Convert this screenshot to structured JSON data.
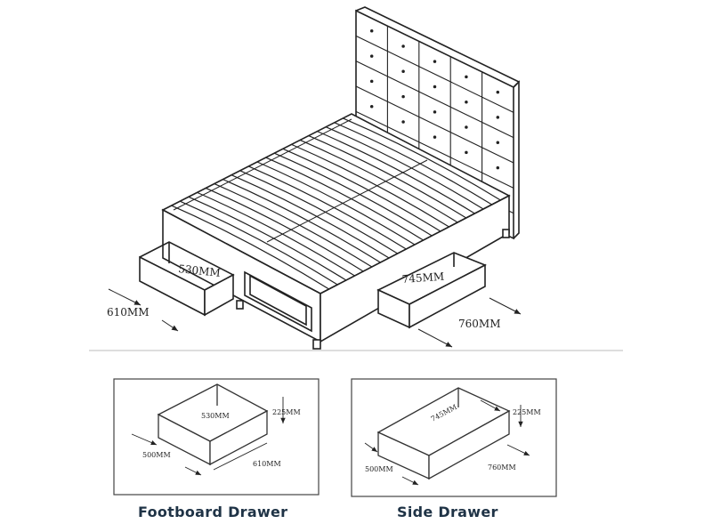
{
  "bed": {
    "dims": {
      "footboard_drawer_inner": "530MM",
      "footboard_drawer_depth": "610MM",
      "side_drawer_inner": "745MM",
      "side_drawer_depth": "760MM"
    }
  },
  "footboard_drawer": {
    "caption": "Footboard Drawer",
    "dims": {
      "width_inner": "530MM",
      "height": "225MM",
      "width_outer": "500MM",
      "depth": "610MM"
    }
  },
  "side_drawer": {
    "caption": "Side Drawer",
    "dims": {
      "width_inner": "745MM",
      "height": "225MM",
      "width_outer": "500MM",
      "depth": "760MM"
    }
  }
}
